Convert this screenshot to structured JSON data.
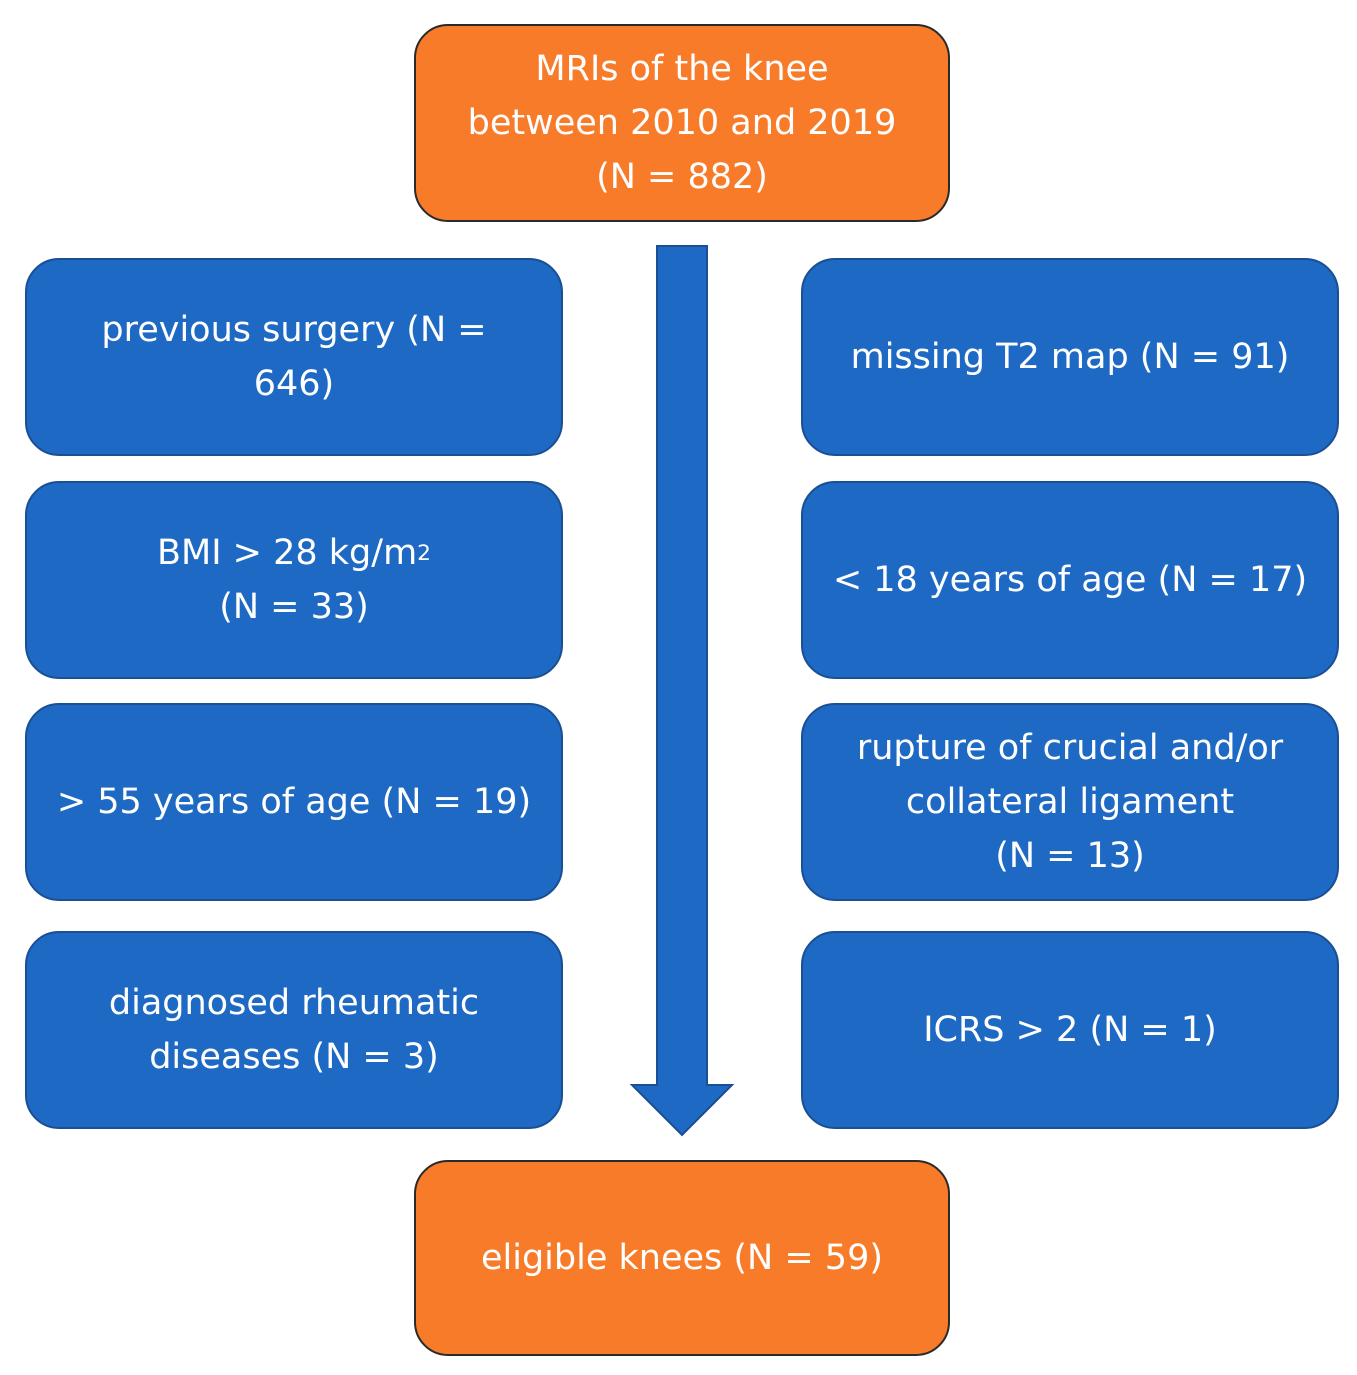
{
  "start": {
    "text": "MRIs of the knee\nbetween 2010 and 2019\n(N = 882)"
  },
  "exclusions_left": [
    {
      "text": "previous surgery (N =\n646)"
    },
    {
      "text_main": "BMI > 28 kg/m",
      "text_sup": "2",
      "text_rest": "(N = 33)"
    },
    {
      "text": "> 55 years of age (N = 19)"
    },
    {
      "text": "diagnosed rheumatic\ndiseases (N = 3)"
    }
  ],
  "exclusions_right": [
    {
      "text": "missing T2 map (N = 91)"
    },
    {
      "text": "< 18 years of age (N = 17)"
    },
    {
      "text": "rupture of crucial and/or\ncollateral ligament\n(N = 13)"
    },
    {
      "text": "ICRS > 2 (N = 1)"
    }
  ],
  "end": {
    "text": "eligible knees (N = 59)"
  },
  "colors": {
    "orange": "#f87b2a",
    "blue": "#1e69c4",
    "arrow": "#1e69c4"
  }
}
